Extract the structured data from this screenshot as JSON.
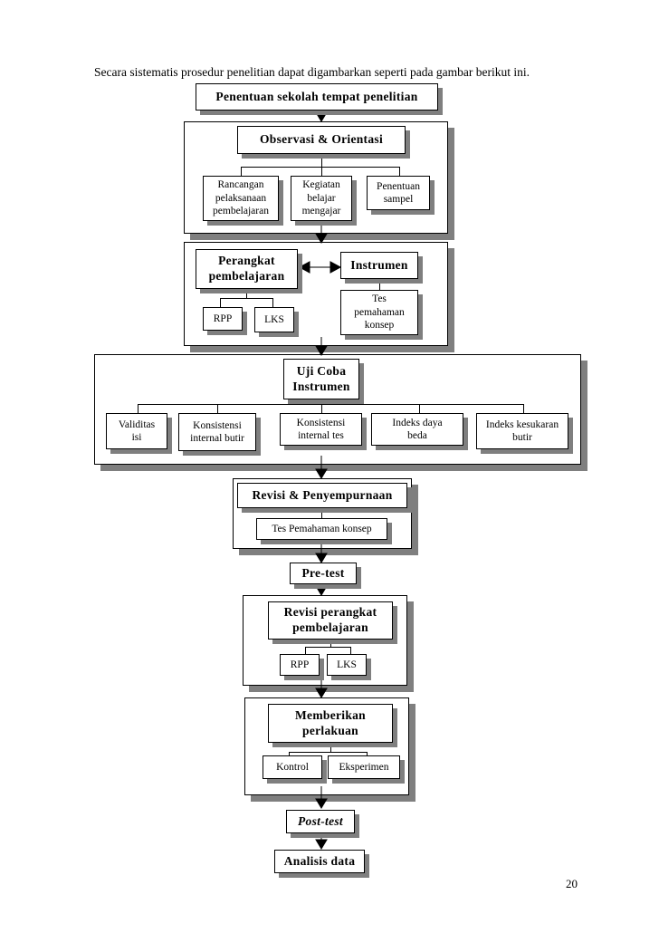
{
  "intro_text": "Secara sistematis prosedur penelitian dapat digambarkan seperti pada gambar berikut ini.",
  "page_number": "20",
  "steps": {
    "penentuan_sekolah": "Penentuan sekolah tempat penelitian",
    "observasi": "Observasi & Orientasi",
    "rancangan": "Rancangan pelaksanaan pembelajaran",
    "kegiatan": "Kegiatan belajar mengajar",
    "penentuan_sampel": "Penentuan sampel",
    "perangkat": "Perangkat pembelajaran",
    "instrumen": "Instrumen",
    "rpp_1": "RPP",
    "lks_1": "LKS",
    "tes_pemahaman": "Tes pemahaman konsep",
    "uji_coba": "Uji Coba Instrumen",
    "validitas": "Validitas isi",
    "konsistensi_butir": "Konsistensi internal butir",
    "konsistensi_tes": "Konsistensi internal tes",
    "indeks_daya_beda": "Indeks daya beda",
    "indeks_kesukaran": "Indeks kesukaran butir",
    "revisi_penyempurnaan": "Revisi & Penyempurnaan",
    "tes_pemahaman_2": "Tes Pemahaman konsep",
    "pre_test": "Pre-test",
    "revisi_perangkat": "Revisi perangkat pembelajaran",
    "rpp_2": "RPP",
    "lks_2": "LKS",
    "memberikan_perlakuan": "Memberikan perlakuan",
    "kontrol": "Kontrol",
    "eksperimen": "Eksperimen",
    "post_test": "Post-test",
    "analisis_data": "Analisis data"
  }
}
